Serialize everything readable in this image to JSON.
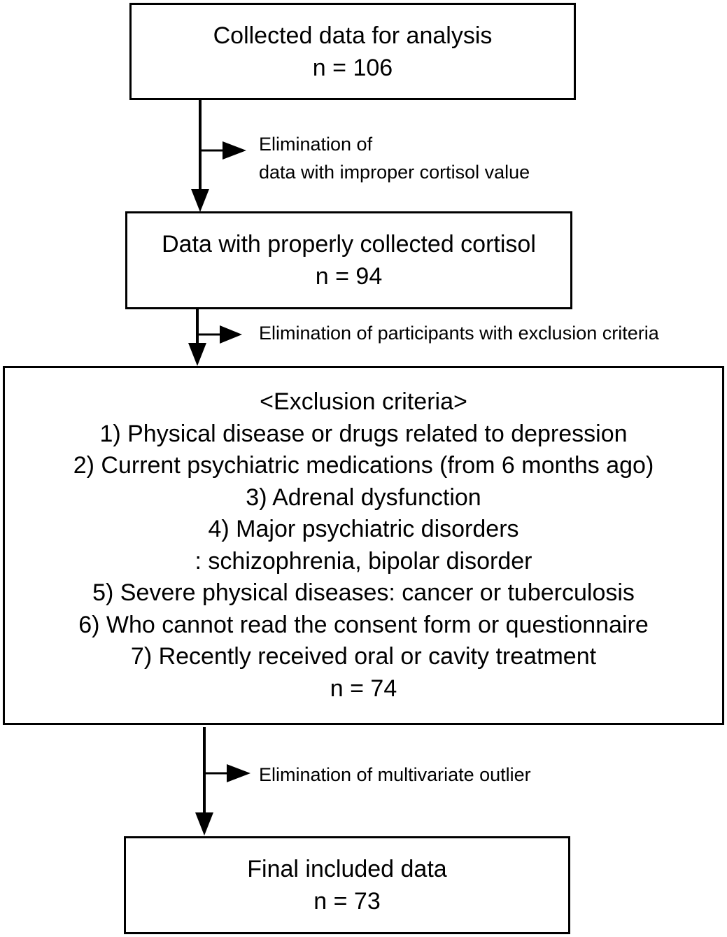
{
  "boxes": {
    "collected": {
      "lines": [
        "Collected data for analysis",
        "n = 106"
      ]
    },
    "proper": {
      "lines": [
        "Data with properly collected cortisol",
        "n = 94"
      ]
    },
    "exclusion": {
      "lines": [
        "<Exclusion criteria>",
        "1) Physical disease or drugs related to depression",
        "2) Current psychiatric medications (from 6 months ago)",
        "3) Adrenal dysfunction",
        "4) Major psychiatric disorders",
        ": schizophrenia, bipolar disorder",
        "5) Severe physical diseases: cancer or tuberculosis",
        "6) Who cannot read the consent form or questionnaire",
        "7) Recently received oral or cavity treatment",
        "n = 74"
      ]
    },
    "final": {
      "lines": [
        "Final included data",
        "n = 73"
      ]
    }
  },
  "notes": {
    "improper_cortisol": [
      "Elimination of",
      "data with improper cortisol value"
    ],
    "exclusion_criteria": [
      "Elimination of participants with exclusion criteria"
    ],
    "outlier": [
      "Elimination of multivariate outlier"
    ]
  }
}
